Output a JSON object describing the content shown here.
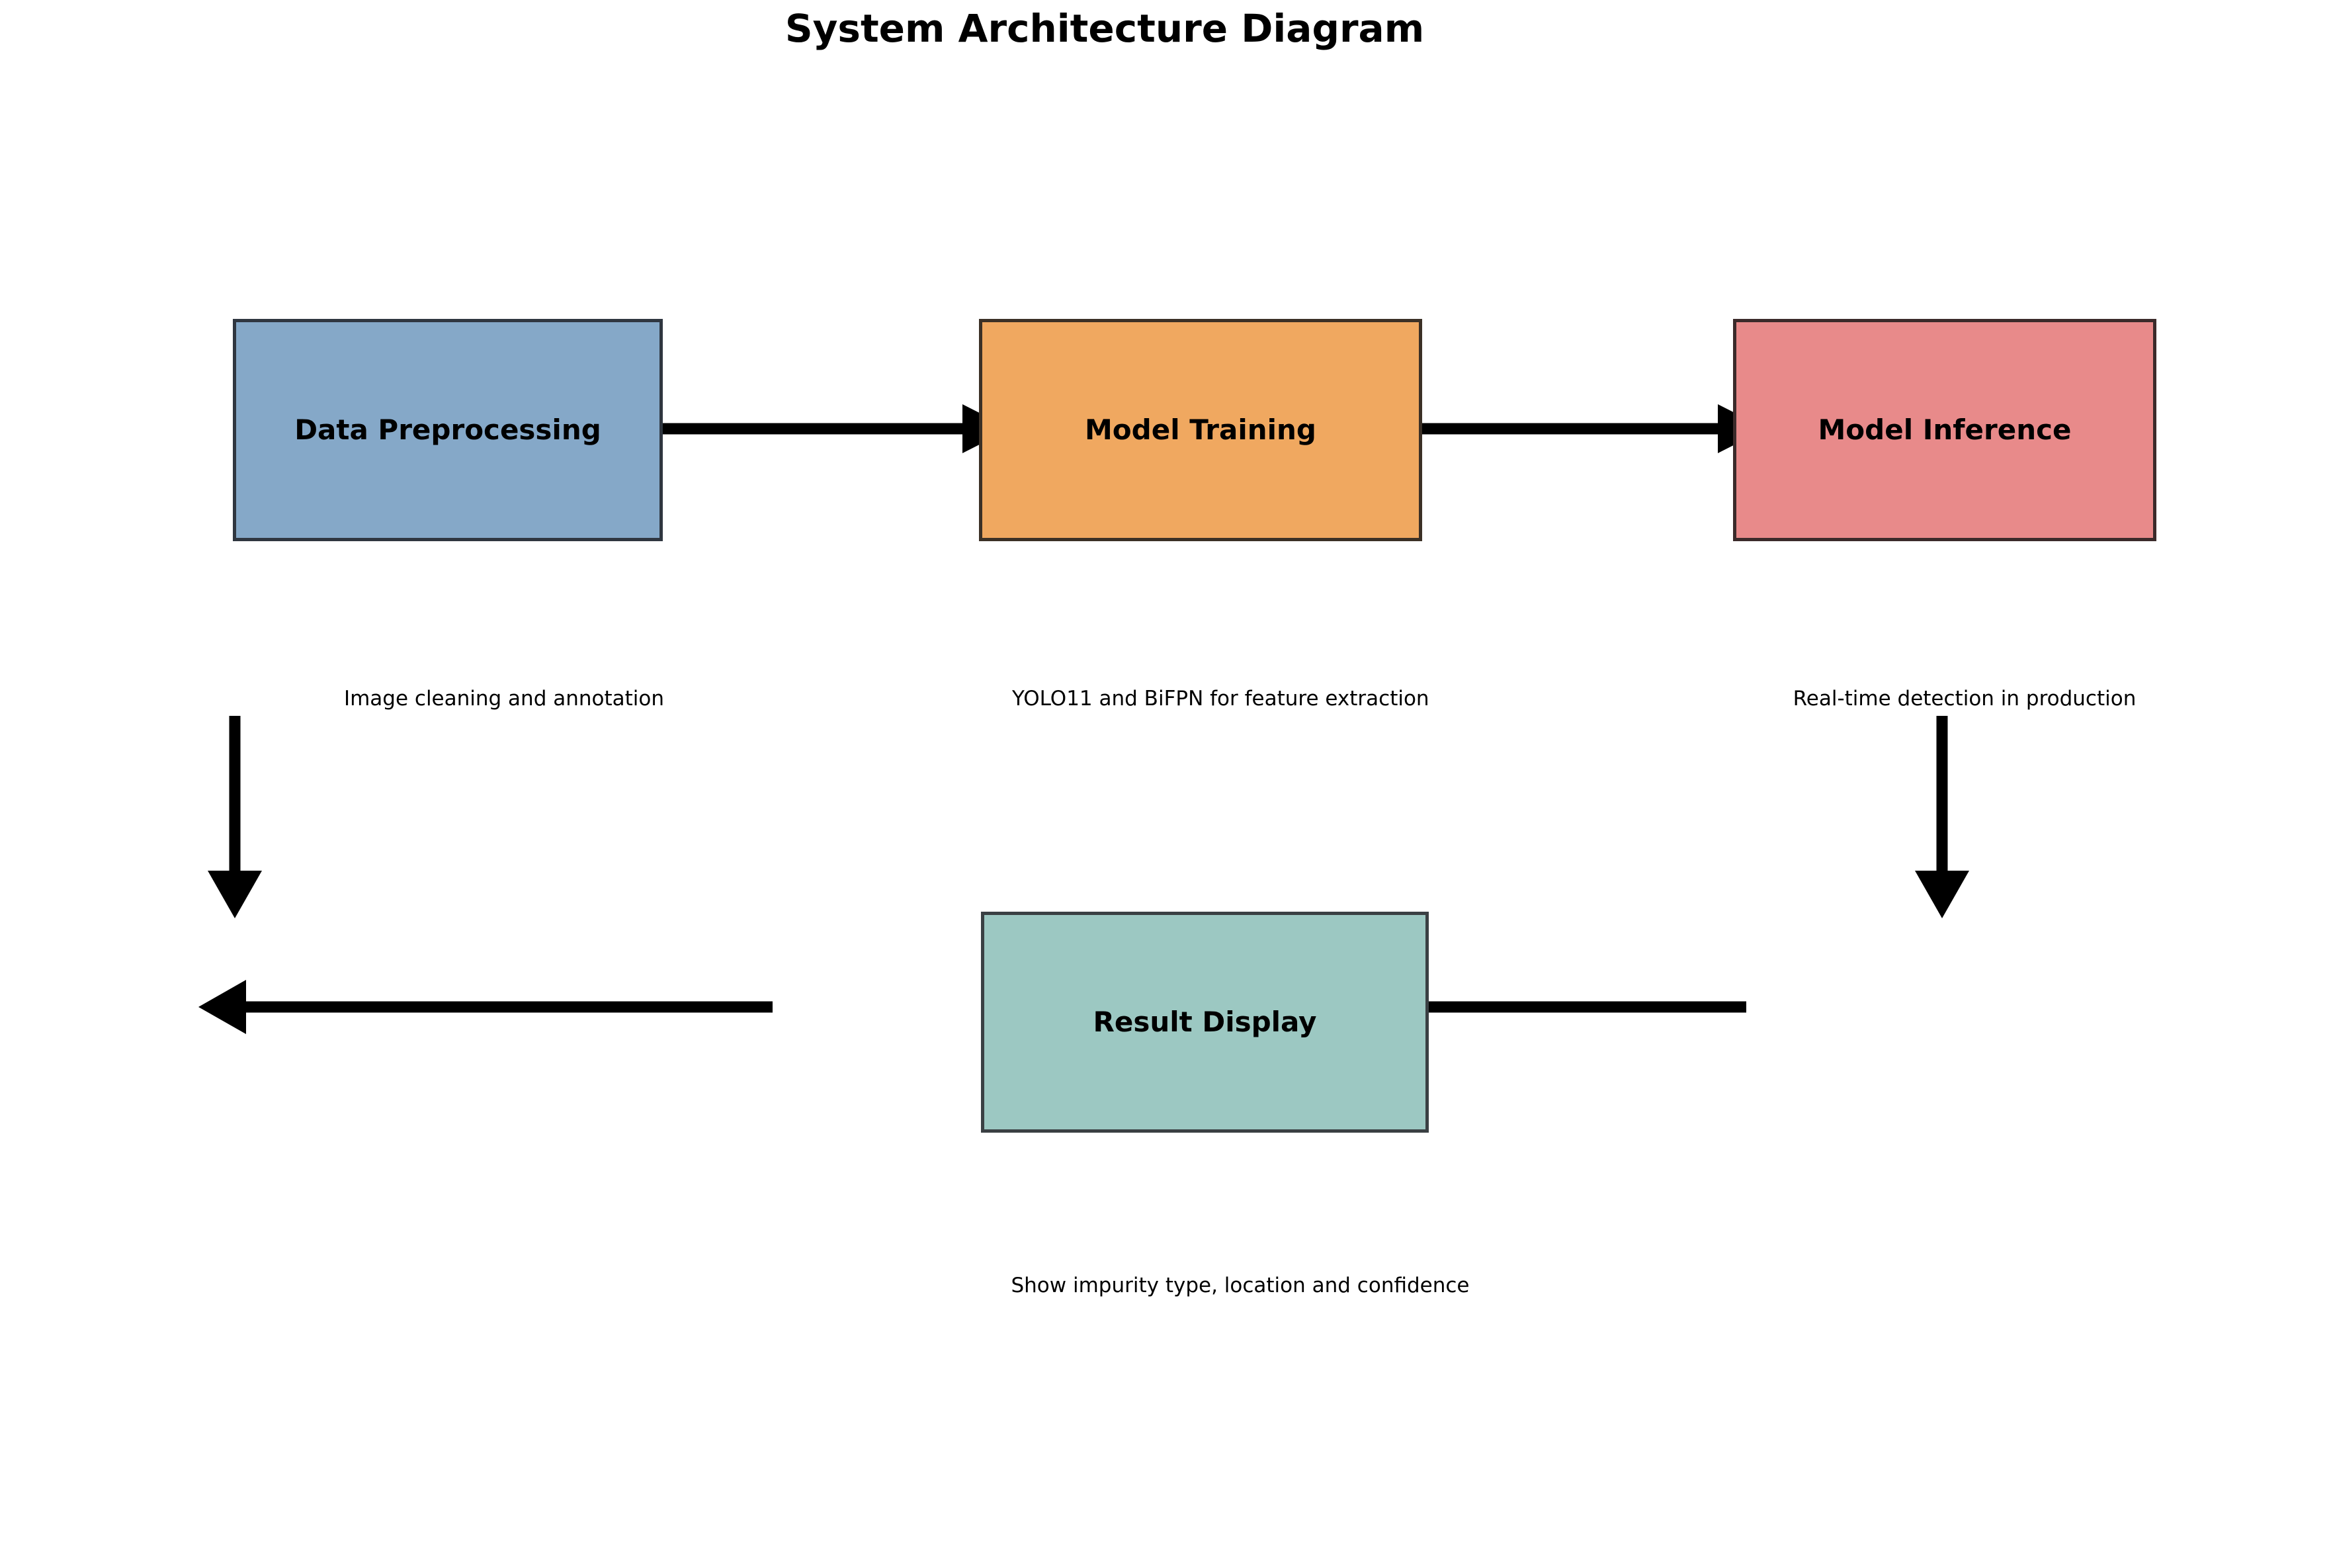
{
  "title": "System Architecture Diagram",
  "diagram": {
    "type": "flowchart",
    "orientation": "left-to-right with feedback loop",
    "background": "#ffffff",
    "nodes": [
      {
        "id": "data-preprocessing",
        "label": "Data Preprocessing",
        "color": "#85A8C8",
        "border_color": "#2F3640",
        "description": "Image cleaning and annotation"
      },
      {
        "id": "model-training",
        "label": "Model Training",
        "color": "#F0A860",
        "border_color": "#3B3026",
        "description": "YOLO11 and BiFPN for feature extraction"
      },
      {
        "id": "model-inference",
        "label": "Model Inference",
        "color": "#E88A8A",
        "border_color": "#3B2A2A",
        "description": "Real-time detection in production"
      },
      {
        "id": "result-display",
        "label": "Result Display",
        "color": "#9CC8C2",
        "border_color": "#3A4043",
        "description": "Show impurity type, location and confidence"
      }
    ],
    "edges": [
      {
        "id": "edge-preprocess-to-training",
        "from": "data-preprocessing",
        "to": "model-training",
        "direction": "right"
      },
      {
        "id": "edge-training-to-inference",
        "from": "model-training",
        "to": "model-inference",
        "direction": "right"
      },
      {
        "id": "edge-preprocess-down",
        "from": "data-preprocessing",
        "to": "",
        "direction": "down"
      },
      {
        "id": "edge-inference-down",
        "from": "model-inference",
        "to": "",
        "direction": "down"
      },
      {
        "id": "edge-feedback-left",
        "from": "result-display",
        "to": "data-preprocessing",
        "direction": "left"
      },
      {
        "id": "edge-inference-to-display",
        "from": "model-inference",
        "to": "result-display",
        "direction": "left"
      }
    ],
    "arrow_color": "#000000"
  }
}
